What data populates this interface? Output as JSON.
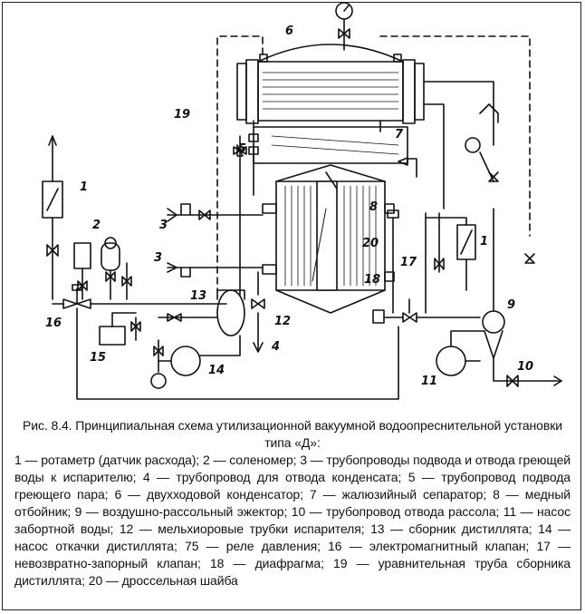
{
  "caption": {
    "title": "Рис. 8.4. Принципиальная схема утилизационной вакуумной водоопреснительной установки типа «Д»:",
    "legend": "1 — ротаметр (датчик расхода); 2 — соленомер; 3 — трубопроводы подвода и отвода греющей воды к испарителю; 4 — трубопровод для отвода конденсата; 5 — трубопровод подвода греющего пара; 6 — двухходовой конденсатор; 7 — жалюзийный сепаратор; 8 — медный отбойник; 9 — воздушно-рассольный эжектор; 10 — трубопровод отвода рассола; 11 — насос забортной воды; 12 — мельхиоровые трубки испарителя; 13 — сборник дистиллята; 14 — насос откачки дистиллята; 75 — реле давления; 16 — электромагнитный клапан; 17 — невозвратно-запорный клапан; 18 — диафрагма; 19 — уравнительная труба сборника дистиллята; 20 — дроссельная шайба"
  },
  "labels": {
    "l1a": "1",
    "l1b": "1",
    "l2": "2",
    "l3a": "3",
    "l3b": "3",
    "l4": "4",
    "l5": "5",
    "l6": "6",
    "l7": "7",
    "l8": "8",
    "l9": "9",
    "l10": "10",
    "l11": "11",
    "l12": "12",
    "l13": "13",
    "l14": "14",
    "l15": "15",
    "l16": "16",
    "l17": "17",
    "l18": "18",
    "l19": "19",
    "l20": "20"
  },
  "colors": {
    "ink": "#111111",
    "background": "#ffffff"
  }
}
